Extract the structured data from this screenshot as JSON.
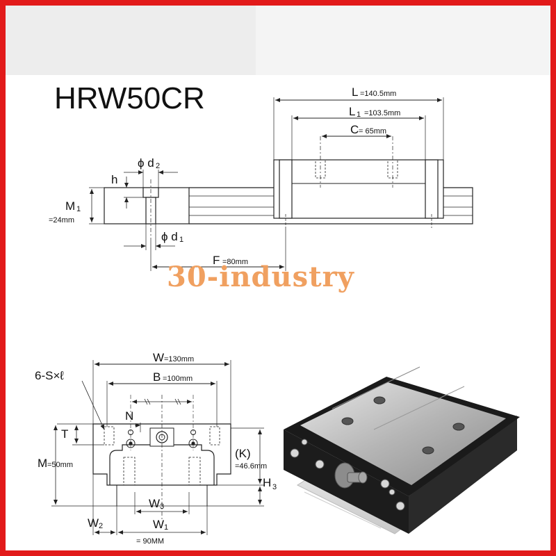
{
  "title": "HRW50CR",
  "watermark": "30-industry",
  "top_view": {
    "L_sym": "L",
    "L_val": "=140.5mm",
    "L1_sym": "L",
    "L1_sub": "1",
    "L1_val": "=103.5mm",
    "C_sym": "C",
    "C_val": "= 65mm",
    "d2_sym": "ϕ d",
    "d2_sub": "2",
    "d1_sym": "ϕ d",
    "d1_sub": "1",
    "h_sym": "h",
    "M1_sym": "M",
    "M1_sub": "1",
    "M1_val": "=24mm",
    "F_sym": "F",
    "F_val": "=80mm"
  },
  "front_view": {
    "S_label": "6-S×ℓ",
    "W_sym": "W",
    "W_val": "=130mm",
    "B_sym": "B",
    "B_val": "=100mm",
    "N_sym": "N",
    "T_sym": "T",
    "M_sym": "M",
    "M_val": "=50mm",
    "K_sym": "(K)",
    "K_val": "=46.6mm",
    "H3_sym": "H",
    "H3_sub": "3",
    "W3_sym": "W",
    "W3_sub": "3",
    "W1_sym": "W",
    "W1_sub": "1",
    "W1_val": "= 90MM",
    "W2_sym": "W",
    "W2_sub": "2"
  },
  "colors": {
    "frame": "#e21a1a",
    "watermark": "#f0a060",
    "line": "#222222"
  }
}
